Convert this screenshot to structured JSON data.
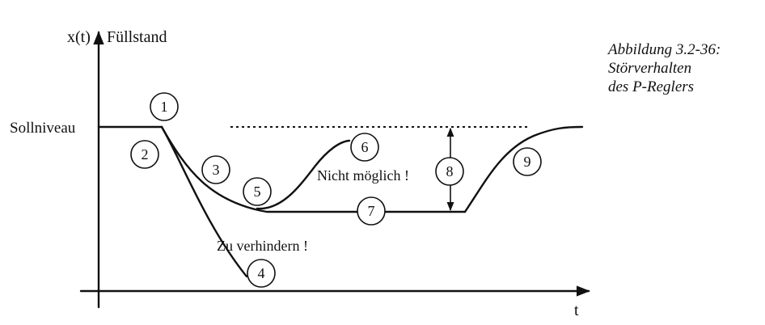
{
  "axes": {
    "y_label": "x(t)",
    "y_title": "Füllstand",
    "x_label": "t",
    "setpoint_label": "Sollniveau"
  },
  "caption": {
    "line1": "Abbildung 3.2-36:",
    "line2": "Störverhalten",
    "line3": "des P-Reglers"
  },
  "annotations": {
    "not_possible": "Nicht möglich !",
    "prevent": "Zu verhindern !"
  },
  "markers": [
    "1",
    "2",
    "3",
    "4",
    "5",
    "6",
    "7",
    "8",
    "9"
  ]
}
